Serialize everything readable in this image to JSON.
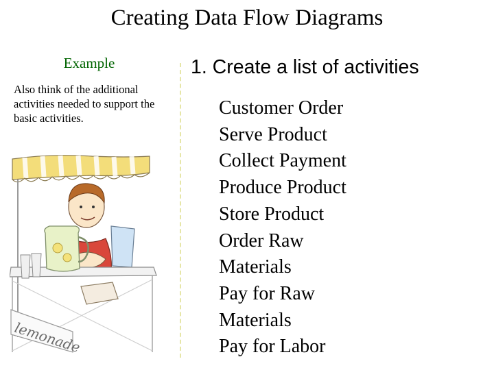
{
  "slide": {
    "title": "Creating Data Flow Diagrams",
    "example_label": "Example",
    "note": "Also think of the additional activities needed to support the basic activities.",
    "step_heading": "1. Create a list of activities",
    "activities": [
      "Customer Order",
      "Serve Product",
      "Collect Payment",
      "Produce Product",
      "Store Product",
      "Order Raw",
      "Materials",
      "Pay for Raw",
      "Materials",
      "Pay for Labor"
    ],
    "illustration": {
      "icon": "lemonade-stand-illustration",
      "sign_text": "lemonade"
    },
    "colors": {
      "example_label": "#006400",
      "divider": "#e6e6a8",
      "awning_yellow": "#f3dd7a",
      "shirt_red": "#d9473b"
    }
  }
}
